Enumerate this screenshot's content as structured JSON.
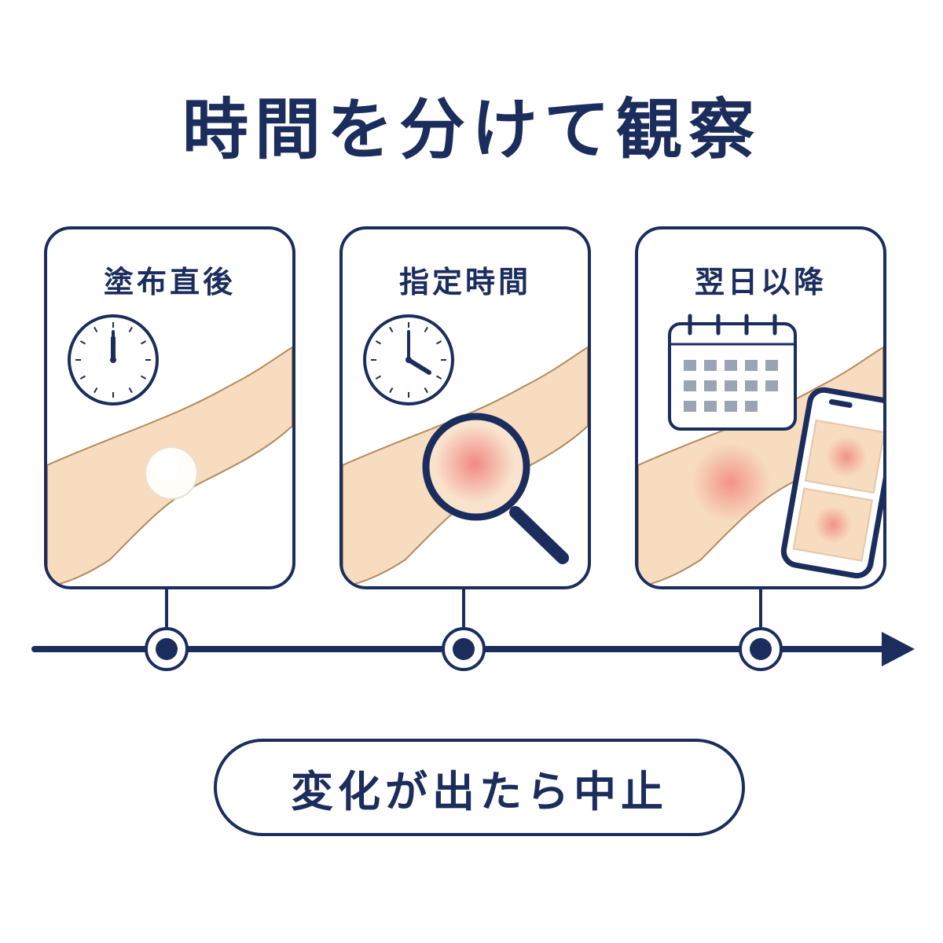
{
  "title": "時間を分けて観察",
  "panels": [
    {
      "label": "塗布直後",
      "icon": "clock-icon",
      "detail": "white-patch"
    },
    {
      "label": "指定時間",
      "icon": "clock-icon",
      "detail": "magnifier-redness"
    },
    {
      "label": "翌日以降",
      "icon": "calendar-icon",
      "detail": "phone-photos"
    }
  ],
  "notice": "変化が出たら中止",
  "colors": {
    "navy": "#1b2d5c",
    "skin": "#f7dcc0",
    "skin_outline": "#b48a5a",
    "redness": "#ee6b6b",
    "calendar_cell": "#9aa4b5"
  }
}
